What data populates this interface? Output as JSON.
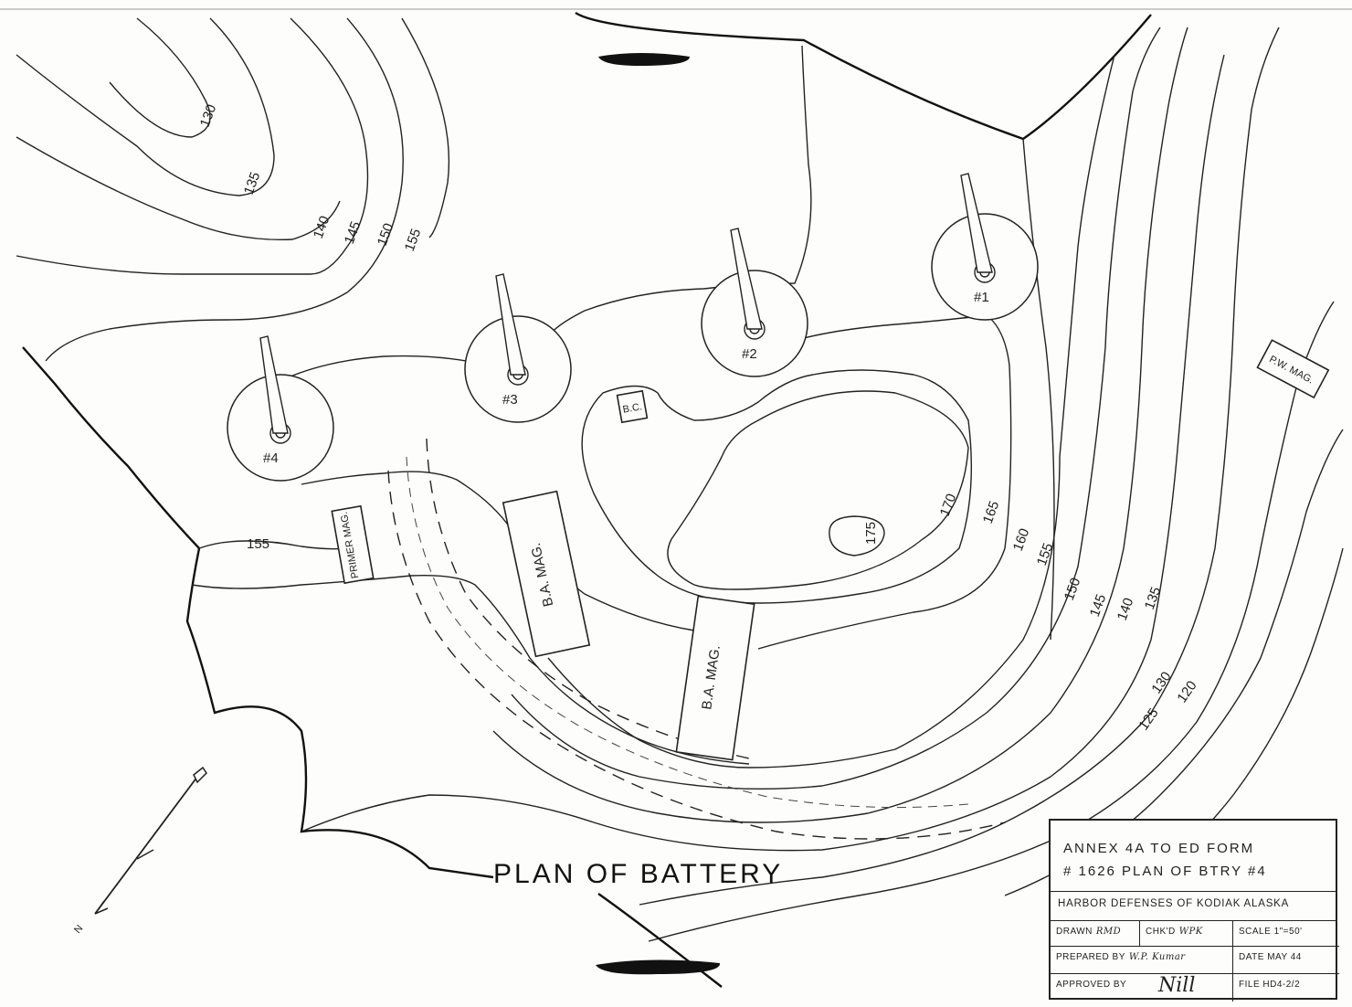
{
  "map": {
    "title": "PLAN OF BATTERY",
    "north_label": "N",
    "contour_labels": [
      "130",
      "135",
      "140",
      "145",
      "150",
      "155",
      "155",
      "170",
      "165",
      "160",
      "155",
      "150",
      "145",
      "140",
      "135",
      "175",
      "130",
      "120",
      "125"
    ],
    "gun_emplacements": [
      "#1",
      "#2",
      "#3",
      "#4"
    ],
    "structures": {
      "pw_mag": "P.W. MAG.",
      "bc": "B.C.",
      "primer_mag": "PRIMER MAG.",
      "ba_mag_1": "B.A. MAG.",
      "ba_mag_2": "B.A. MAG."
    }
  },
  "title_block": {
    "annex_line1": "ANNEX 4A TO ED FORM",
    "annex_line2": "# 1626 PLAN OF BTRY #4",
    "harbor": "HARBOR DEFENSES OF KODIAK ALASKA",
    "drawn_label": "DRAWN",
    "drawn_value": "RMD",
    "chkd_label": "CHK'D",
    "chkd_value": "WPK",
    "scale": "SCALE 1\"=50'",
    "prepared_label": "PREPARED BY",
    "prepared_value": "W.P. Kumar",
    "date": "DATE MAY 44",
    "approved_label": "APPROVED BY",
    "file": "FILE HD4-2/2"
  }
}
